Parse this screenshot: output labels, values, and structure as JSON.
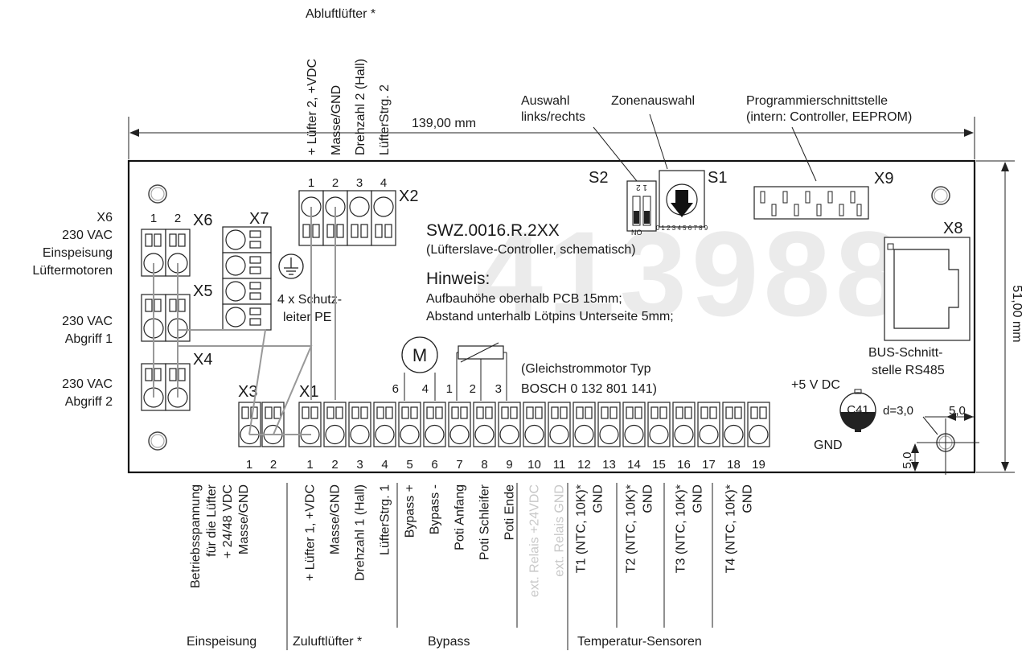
{
  "board": {
    "model": "SWZ.0016.R.2XX",
    "description": "(Lüfterslave-Controller, schematisch)",
    "hint_title": "Hinweis:",
    "hint_line1": "Aufbauhöhe oberhalb PCB 15mm;",
    "hint_line2": "Abstand unterhalb Lötpins Unterseite 5mm;",
    "watermark": "413988"
  },
  "dimensions": {
    "width": "139,00 mm",
    "height": "51,00 mm",
    "hole": "d=3,0",
    "offset_x": "5,0",
    "offset_y": "5,0"
  },
  "x6_side": {
    "label1": "X6",
    "label2": "230 VAC",
    "label3": "Einspeisung",
    "label4": "Lüftermotoren",
    "abgriff1_a": "230 VAC",
    "abgriff1_b": "Abgriff 1",
    "abgriff2_a": "230 VAC",
    "abgriff2_b": "Abgriff 2"
  },
  "connectors": {
    "x6": "X6",
    "x5": "X5",
    "x4": "X4",
    "x7": "X7",
    "x2": "X2",
    "x3": "X3",
    "x1": "X1",
    "x9": "X9",
    "x8": "X8",
    "s1": "S1",
    "s2": "S2",
    "c41": "C41"
  },
  "pins": {
    "x6": [
      "1",
      "2"
    ],
    "x2": [
      "1",
      "2",
      "3",
      "4"
    ],
    "x3": [
      "1",
      "2"
    ],
    "x1": [
      "1",
      "2",
      "3",
      "4",
      "5",
      "6",
      "7",
      "8",
      "9",
      "10",
      "11",
      "12",
      "13",
      "14",
      "15",
      "16",
      "17",
      "18",
      "19"
    ],
    "motor": [
      "6",
      "4"
    ],
    "poti": [
      "1",
      "2",
      "3"
    ]
  },
  "labels": {
    "abluft_title": "Abluftlüfter *",
    "x2_pin1": "+ Lüfter 2, +VDC",
    "x2_pin2": "Masse/GND",
    "x2_pin3": "Drehzahl 2 (Hall)",
    "x2_pin4": "LüfterStrg. 2",
    "auswahl1": "Auswahl",
    "auswahl2": "links/rechts",
    "zonen": "Zonenauswahl",
    "prog1": "Programmierschnittstelle",
    "prog2": "(intern: Controller, EEPROM)",
    "pe1": "4 x Schutz-",
    "pe2": "leiter PE",
    "motor_symbol": "M",
    "gleich1": "(Gleichstrommotor Typ",
    "gleich2": "BOSCH 0 132 801 141)",
    "bus1": "BUS-Schnitt-",
    "bus2": "stelle RS485",
    "vdc": "+5 V DC",
    "gnd": "GND",
    "s2_no": "NO",
    "s2_12": "1 2",
    "s1_digits": "0 1 2 3 4 5 6 7 8 9"
  },
  "bottom_labels": {
    "x3_1a": "Betriebsspannung",
    "x3_1b": "für die Lüfter",
    "x3_1c": "+ 24/48 VDC",
    "x3_2": "Masse/GND",
    "x1_1": "+ Lüfter 1, +VDC",
    "x1_2": "Masse/GND",
    "x1_3": "Drehzahl 1 (Hall)",
    "x1_4": "LüfterStrg. 1",
    "x1_5": "Bypass +",
    "x1_6": "Bypass -",
    "x1_7": "Poti Anfang",
    "x1_8": "Poti Schleifer",
    "x1_9": "Poti Ende",
    "x1_10": "ext. Relais +24VDC",
    "x1_11": "ext. Relais GND",
    "x1_12": "T1 (NTC, 10K)*",
    "x1_13": "GND",
    "x1_14": "T2 (NTC, 10K)*",
    "x1_15": "GND",
    "x1_16": "T3 (NTC, 10K)*",
    "x1_17": "GND",
    "x1_18": "T4 (NTC, 10K)*",
    "x1_19": "GND"
  },
  "groups": {
    "einspeisung": "Einspeisung",
    "zuluft": "Zuluftlüfter *",
    "bypass": "Bypass",
    "temp": "Temperatur-Sensoren"
  }
}
